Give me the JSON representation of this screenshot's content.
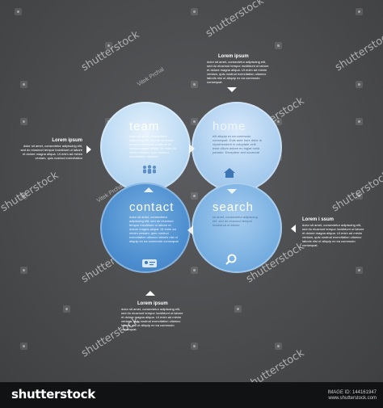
{
  "diagram": {
    "circles": [
      {
        "title": "team",
        "body": "dolor sit amet, consectetur adipiscing elit, sed do eiusmod tempor incididunt ut labore et dolore magna aliqua. Ut enim ad minim veniam, quis nostrud exercitation ullamco",
        "icon": "people-icon"
      },
      {
        "title": "home",
        "body": "elit aliquip ex ea commodo consequat. Duis aute irure dolor in reprehenderit in voluptate velit esse cillum dolore eu fugiat nulla pariatur. Excepteur sint occaecat",
        "icon": "house-icon"
      },
      {
        "title": "contact",
        "body": "dolor sit amet, consectetur adipiscing elit, sed do eiusmod tempor incididunt ut labore et dolore magna aliqua. Ut enim ad minim veniam, quis nostrud exercitation ullamco laboris nisi ut aliquip ex ea commodo consequat",
        "icon": "contact-card-icon"
      },
      {
        "title": "search",
        "body": "sit amet, consectetur adipiscing elit, sed do eiusmod tempor incididunt ut labore",
        "icon": "magnifier-icon"
      }
    ],
    "notes": {
      "top": {
        "head": "Lorem ipsum",
        "body": "dolor sit amet, consectetur adipiscing elit, sed do eiusmod tempor incididunt ut labore et dolore magna aliqua. Ut enim ad minim veniam, quis nostrud exercitation ullamco laboris nisi ut aliquip ex ea commodo consequat."
      },
      "left": {
        "head": "Lorem ipsum",
        "body": "dolor sit amet, consectetur adipiscing elit, sed do eiusmod tempor incididunt ut labore et dolore magna aliqua. Ut enim ad minim veniam, quis nostrud exercitation"
      },
      "right": {
        "head": "Lorem i ssum",
        "body": "dolor sit amet, consectetur adipiscing elit, sed do eiusmod tempor incididunt ut labore et dolore magna aliqua. Ut enim ad minim veniam, quis nostrud exercitation ullamco laboris nisi ut aliquip ex ea commodo consequat."
      },
      "bottom": {
        "head": "Lorem ipsum",
        "body": "dolor sit amet, consectetur adipiscing elit, sed do eiusmod tempor incididunt ut labore et dolore magna aliqua. Ut enim ad minim veniam, quis nostrud exercitation ullamco laboris nisi ut aliquip ex ea commodo consequat."
      }
    }
  },
  "watermark": {
    "text": "shutterstock",
    "author": "Vitek Prchal"
  },
  "footer": {
    "brand": "shutterstock",
    "image_id": "IMAGE ID: 144161947",
    "site": "www.shutterstock.com"
  },
  "colors": {
    "background": "#4e4f51",
    "team": "#bddbf4",
    "home": "#aed0f0",
    "contact": "#4d8fd0",
    "search": "#7ab1e2",
    "footer": "#111213"
  }
}
